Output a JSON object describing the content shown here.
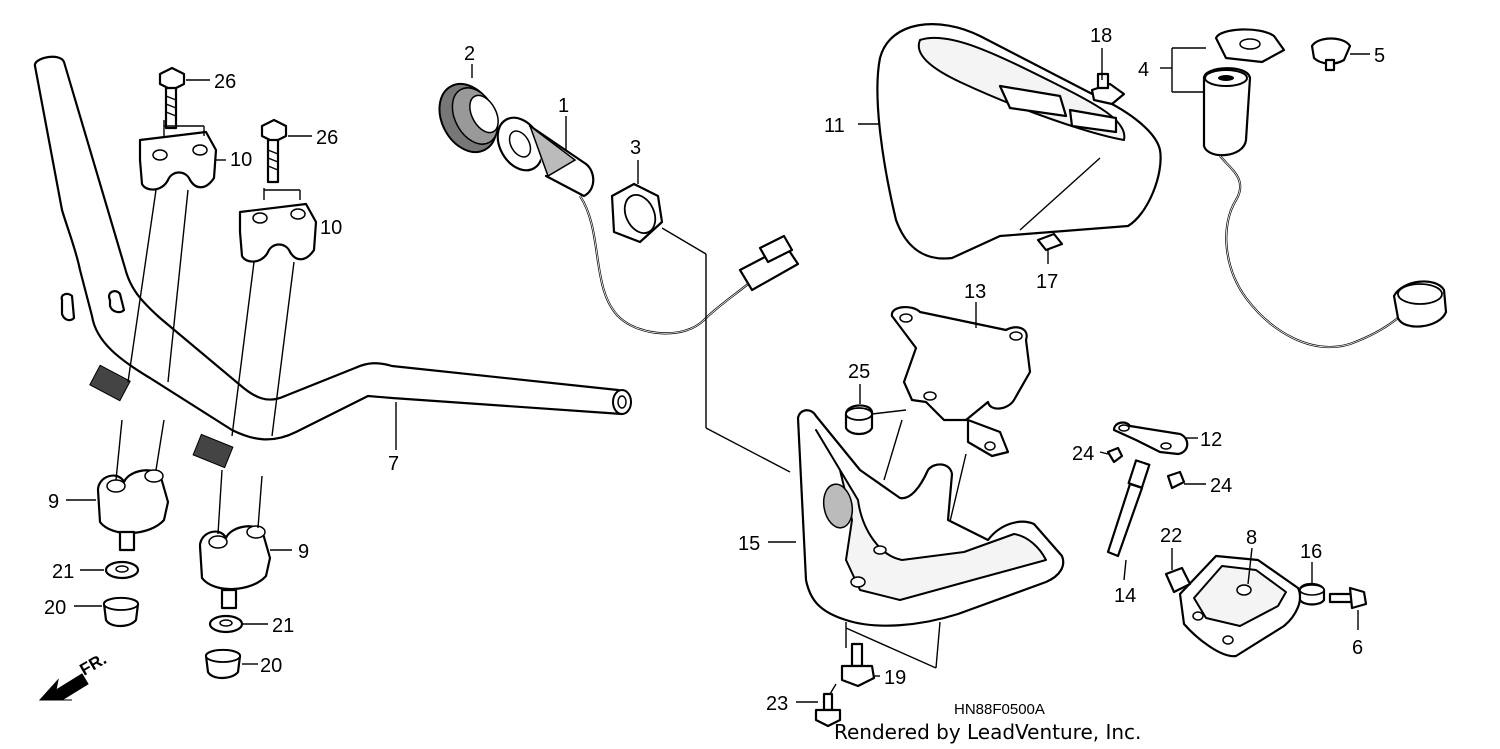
{
  "diagram_code": "HN88F0500A",
  "credit": "Rendered by LeadVenture, Inc.",
  "direction_label": "FR.",
  "callouts": [
    "1",
    "2",
    "3",
    "4",
    "5",
    "6",
    "7",
    "8",
    "9",
    "9",
    "10",
    "10",
    "11",
    "12",
    "13",
    "14",
    "15",
    "16",
    "17",
    "18",
    "19",
    "20",
    "20",
    "21",
    "21",
    "22",
    "23",
    "24",
    "24",
    "25",
    "26",
    "26"
  ]
}
